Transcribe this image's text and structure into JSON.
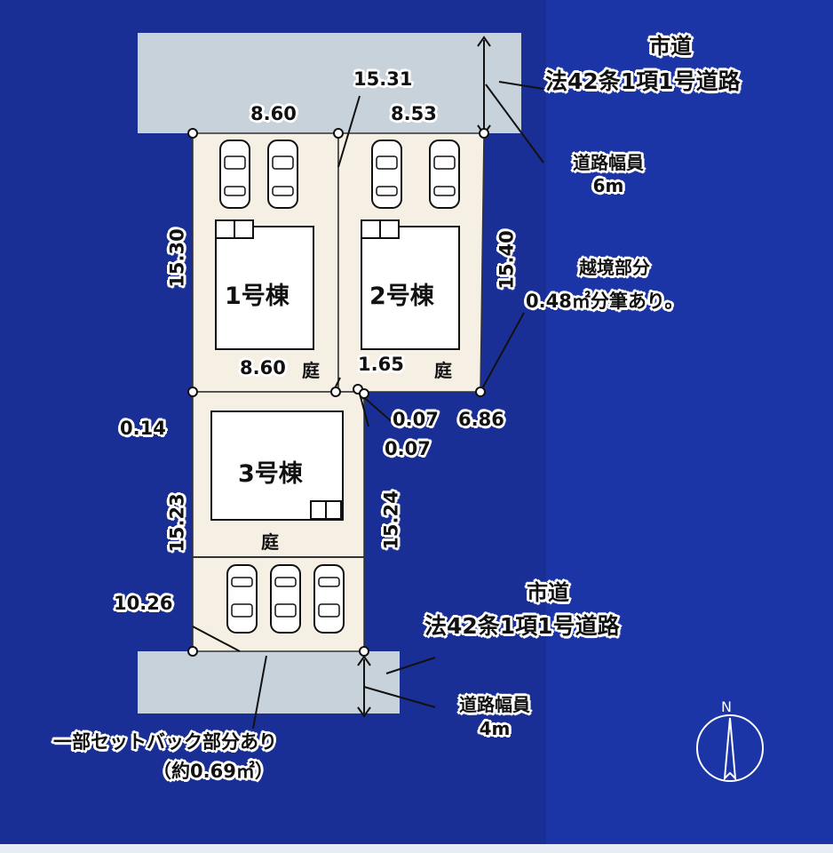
{
  "colors": {
    "background": "#1a2f96",
    "road": "#c8d2da",
    "lot": "#f5efe4",
    "line": "#111111"
  },
  "roads": {
    "north": {
      "type": "市道",
      "law": "法42条1項1号道路",
      "width_title": "道路幅員",
      "width": "6m"
    },
    "south": {
      "type": "市道",
      "law": "法42条1項1号道路",
      "width_title": "道路幅員",
      "width": "4m"
    }
  },
  "buildings": [
    {
      "name": "1号棟"
    },
    {
      "name": "2号棟"
    },
    {
      "name": "3号棟"
    }
  ],
  "garden": "庭",
  "dimensions": {
    "d_15_31": "15.31",
    "top_left": "8.60",
    "top_right": "8.53",
    "left_upper": "15.30",
    "right_upper": "15.40",
    "mid_left": "8.60",
    "mid_right": "1.65",
    "d_0_14": "0.14",
    "d_0_07_a": "0.07",
    "d_0_07_b": "0.07",
    "d_6_86": "6.86",
    "left_lower": "15.23",
    "right_lower": "15.24",
    "d_10_26": "10.26"
  },
  "notes": {
    "encroach_line1": "越境部分",
    "encroach_line2": "0.48㎡分筆あり。",
    "setback_line1": "一部セットバック部分あり",
    "setback_line2": "（約0.69㎡）"
  },
  "compass": {
    "label": "N"
  }
}
